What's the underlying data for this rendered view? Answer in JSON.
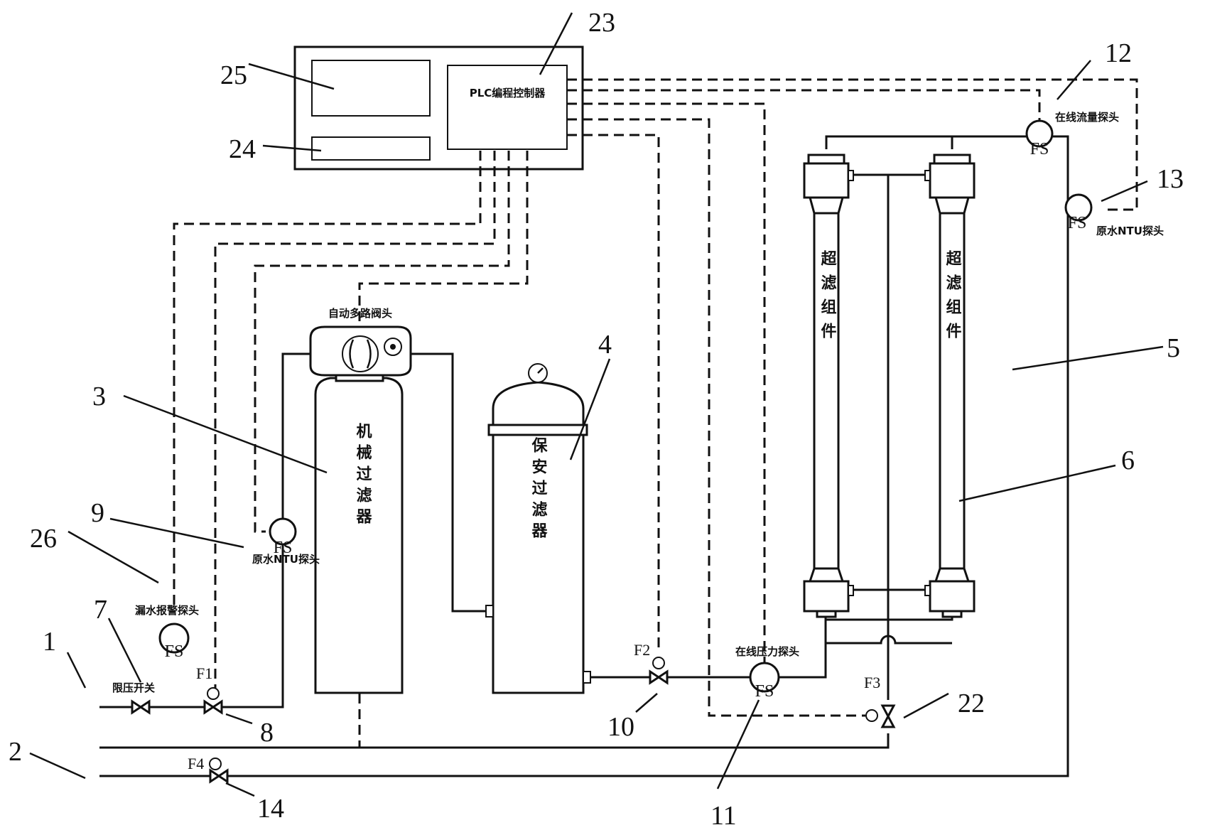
{
  "plc_controller": {
    "label": "PLC编程控制器"
  },
  "valve_head": {
    "label": "自动多路阀头"
  },
  "mechanical_filter": {
    "label": "机械过滤器"
  },
  "security_filter": {
    "label": "保安过滤器"
  },
  "uf_module_1": {
    "label": "超滤组件"
  },
  "uf_module_2": {
    "label": "超滤组件"
  },
  "sensors": {
    "flow_probe": "在线流量探头",
    "raw_ntu_probe_right": "原水NTU探头",
    "raw_ntu_probe_left": "原水NTU探头",
    "leak_alarm_probe": "漏水报警探头",
    "pressure_probe": "在线压力探头",
    "fs": "FS"
  },
  "pressure_switch": {
    "label": "限压开关"
  },
  "valves": {
    "f1": "F1",
    "f2": "F2",
    "f3": "F3",
    "f4": "F4"
  },
  "callouts": [
    "1",
    "2",
    "3",
    "4",
    "5",
    "6",
    "7",
    "8",
    "9",
    "10",
    "11",
    "12",
    "13",
    "14",
    "22",
    "23",
    "24",
    "25",
    "26"
  ]
}
